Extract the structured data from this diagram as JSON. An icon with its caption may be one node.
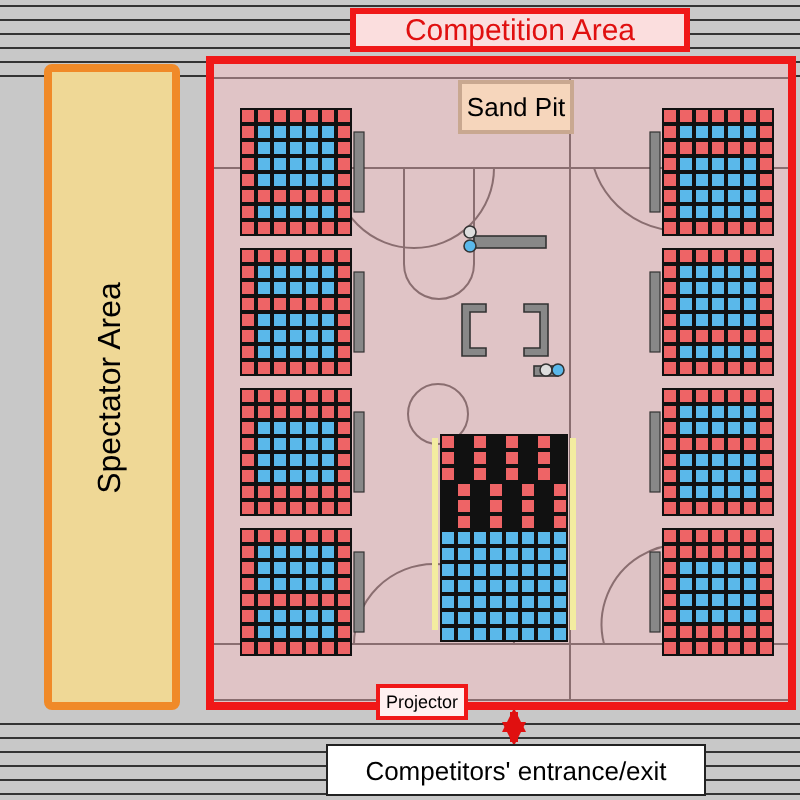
{
  "diagram": {
    "nodes": [
      {
        "text": [
          "Competition Area"
        ]
      },
      {
        "text": [
          "Spectator Area"
        ]
      },
      {
        "text": [
          "Sand Pit"
        ],
        "in": 0
      },
      {
        "text": [
          "Projector"
        ],
        "in": 0
      },
      {
        "text": [
          "Competitors' entrance/exit"
        ]
      }
    ],
    "edges": [
      {
        "from": 0,
        "to": 4,
        "arrow": "both",
        "color": "#e01010"
      }
    ]
  }
}
